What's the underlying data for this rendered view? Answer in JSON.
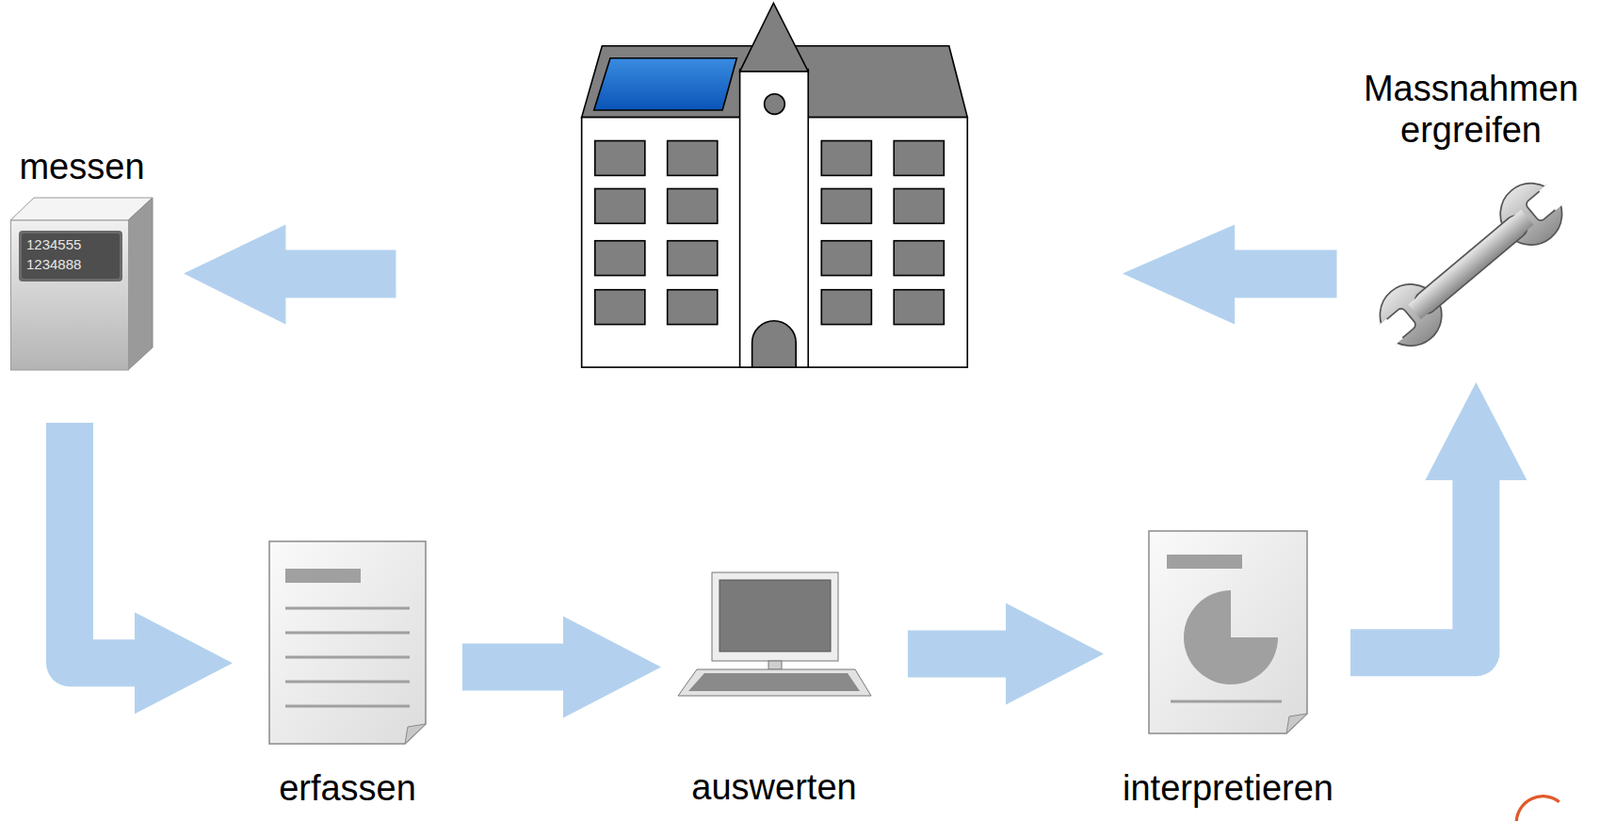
{
  "diagram": {
    "nodes": [
      {
        "text": [
          "messen"
        ]
      },
      {
        "text": [
          "erfassen"
        ]
      },
      {
        "text": [
          "auswerten"
        ]
      },
      {
        "text": [
          "interpretieren"
        ]
      },
      {
        "text": [
          "Massnahmen ergreifen"
        ]
      }
    ],
    "edges": [
      {
        "from": 0,
        "to": 1,
        "arrow": "to"
      },
      {
        "from": 1,
        "to": 2,
        "arrow": "to"
      },
      {
        "from": 2,
        "to": 3,
        "arrow": "to"
      },
      {
        "from": 3,
        "to": 4,
        "arrow": "to"
      }
    ],
    "labels": [
      "1234555",
      "1234888"
    ]
  }
}
